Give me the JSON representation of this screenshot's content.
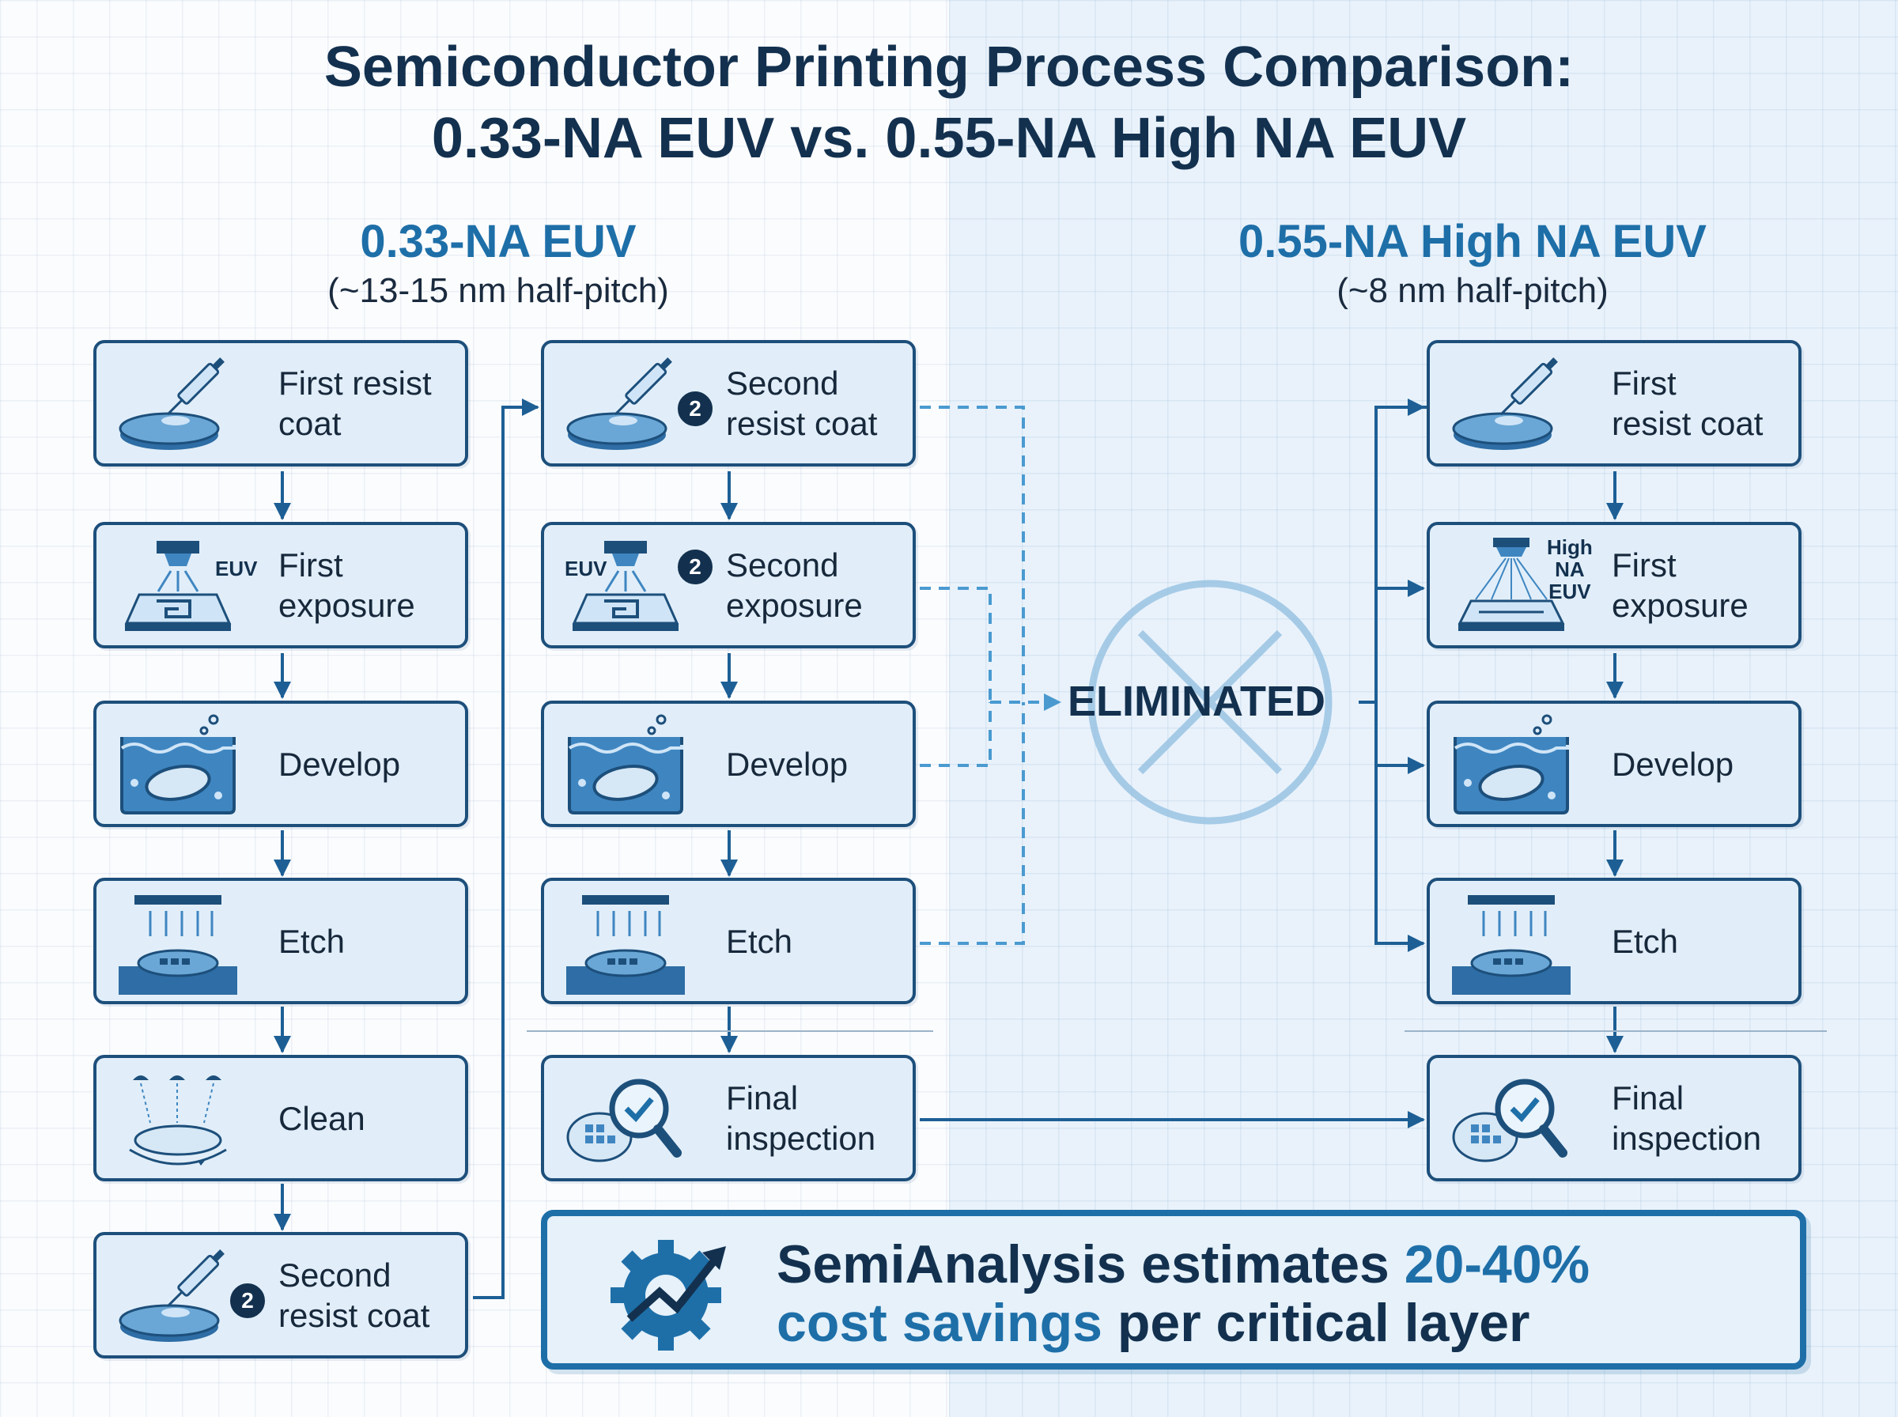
{
  "title": {
    "line1": "Semiconductor Printing Process Comparison:",
    "line2": "0.33-NA EUV vs. 0.55-NA High NA EUV"
  },
  "left_header": {
    "name": "0.33-NA EUV",
    "sub": "(~13-15 nm half-pitch)"
  },
  "right_header": {
    "name": "0.55-NA High NA EUV",
    "sub": "(~8 nm half-pitch)"
  },
  "left_col1": [
    {
      "l1": "First resist",
      "l2": "coat",
      "icon": "resist-coat-icon"
    },
    {
      "l1": "First",
      "l2": "exposure",
      "icon": "euv-exposure-icon",
      "tag": "EUV"
    },
    {
      "l1": "Develop",
      "l2": "",
      "icon": "develop-bath-icon"
    },
    {
      "l1": "Etch",
      "l2": "",
      "icon": "etch-icon"
    },
    {
      "l1": "Clean",
      "l2": "",
      "icon": "clean-spray-icon"
    },
    {
      "l1": "Second",
      "l2": "resist coat",
      "icon": "resist-coat-icon",
      "badge": "2"
    }
  ],
  "left_col2": [
    {
      "l1": "Second",
      "l2": "resist coat",
      "icon": "resist-coat-icon",
      "badge": "2"
    },
    {
      "l1": "Second",
      "l2": "exposure",
      "icon": "euv-exposure-icon",
      "tag": "EUV",
      "badge": "2"
    },
    {
      "l1": "Develop",
      "l2": "",
      "icon": "develop-bath-icon"
    },
    {
      "l1": "Etch",
      "l2": "",
      "icon": "etch-icon"
    },
    {
      "l1": "Final",
      "l2": "inspection",
      "icon": "inspection-magnifier-icon"
    }
  ],
  "right_col": [
    {
      "l1": "First",
      "l2": "resist coat",
      "icon": "resist-coat-icon"
    },
    {
      "l1": "First",
      "l2": "exposure",
      "icon": "high-na-exposure-icon",
      "tag_lines": [
        "High",
        "NA",
        "EUV"
      ]
    },
    {
      "l1": "Develop",
      "l2": "",
      "icon": "develop-bath-icon"
    },
    {
      "l1": "Etch",
      "l2": "",
      "icon": "etch-icon"
    },
    {
      "l1": "Final",
      "l2": "inspection",
      "icon": "inspection-magnifier-icon"
    }
  ],
  "eliminated_label": "ELIMINATED",
  "callout": {
    "part1": "SemiAnalysis estimates ",
    "highlight1": "20-40%",
    "highlight2": "cost savings",
    "part2": " per critical layer",
    "icon": "gear-trend-icon"
  },
  "colors": {
    "navy": "#1d4f7b",
    "accent": "#1e6fa8",
    "box_fill": "#e1eef9",
    "icon_blue": "#3f86c1",
    "dashed": "#4a9ad0"
  }
}
